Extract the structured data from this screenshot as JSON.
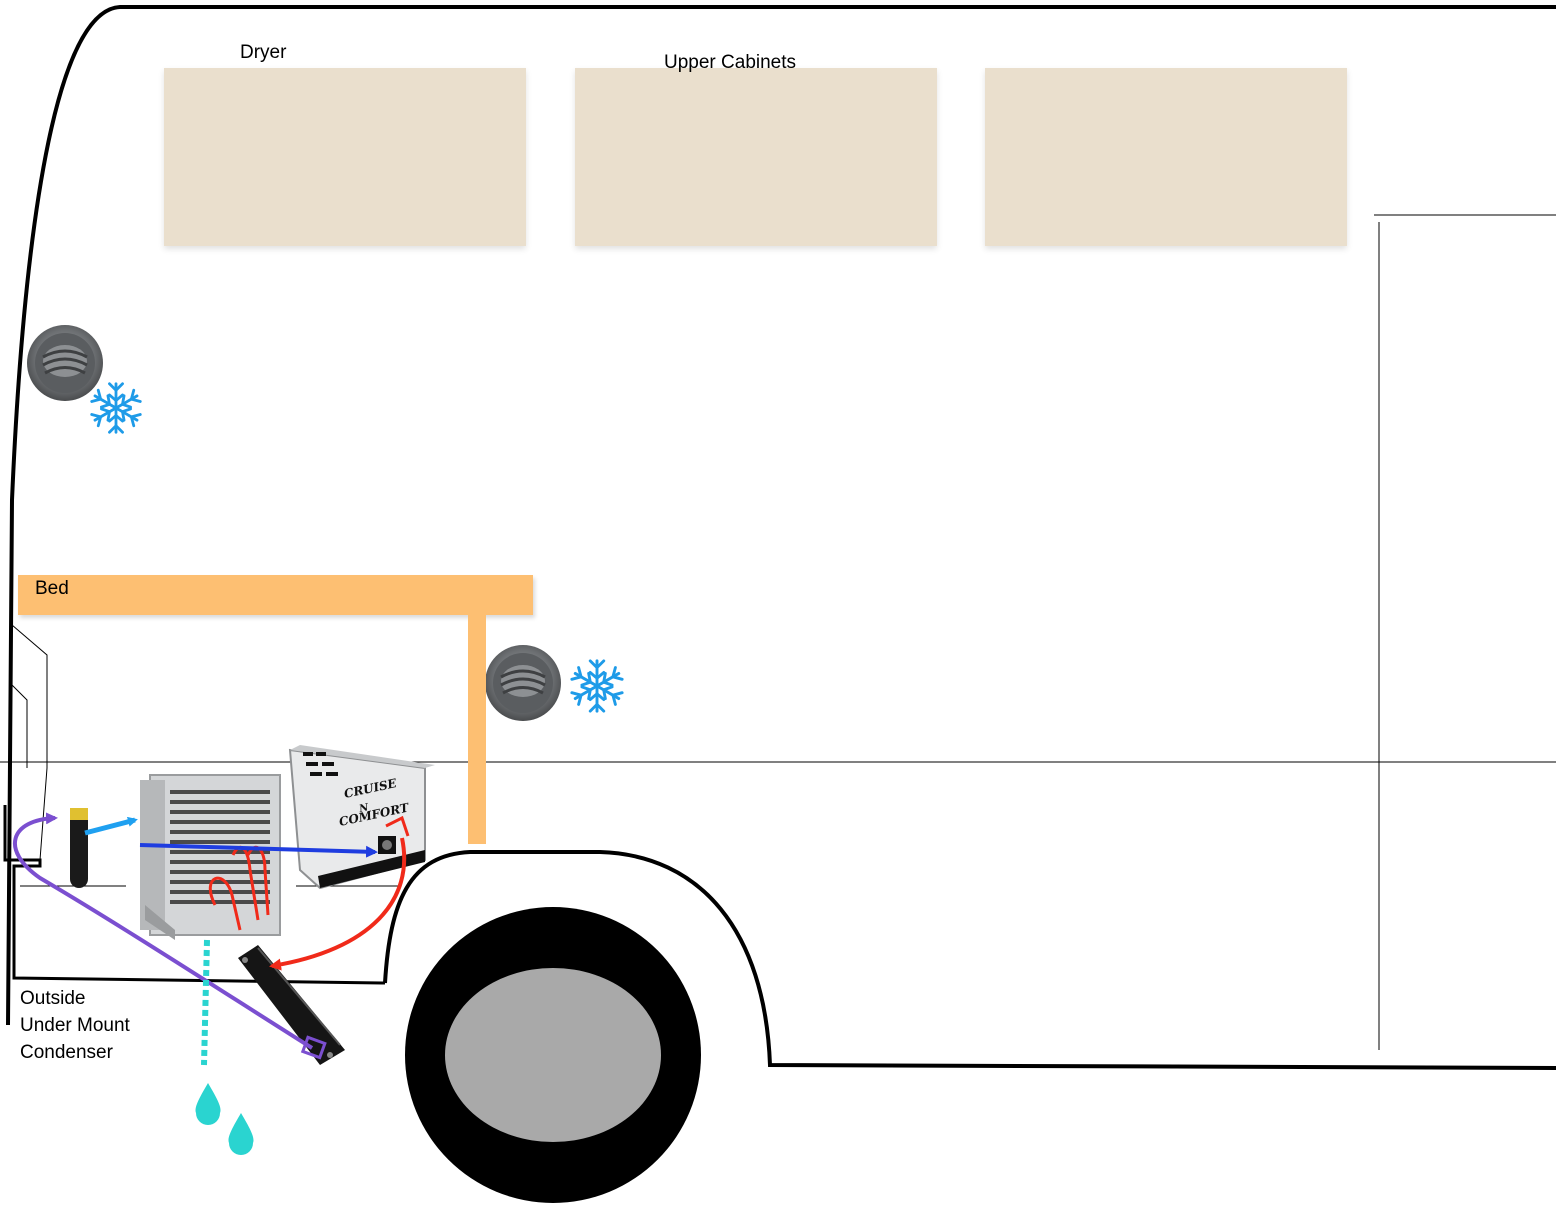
{
  "labels": {
    "dryer": "Dryer",
    "upper_cabinets": "Upper Cabinets",
    "bed": "Bed",
    "condenser": "Outside\nUnder Mount\nCondenser"
  },
  "unit_branding": {
    "brand_line1": "CRUISE",
    "brand_line2": "N",
    "brand_line3": "COMFORT"
  },
  "icons": [
    "vent-icon",
    "snowflake-icon",
    "drip-icon",
    "filter-drier-icon",
    "compressor-icon",
    "condenser-icon"
  ],
  "colors": {
    "cabinet": "#eadfcd",
    "bed": "#fdbf72",
    "cold_arrow": "#1fa0f0",
    "suction_arrow": "#1f3de0",
    "hot_line": "#f02a1a",
    "liquid_line": "#7b4fd0",
    "water": "#2ad4d0",
    "snowflake": "#1e9be8"
  }
}
